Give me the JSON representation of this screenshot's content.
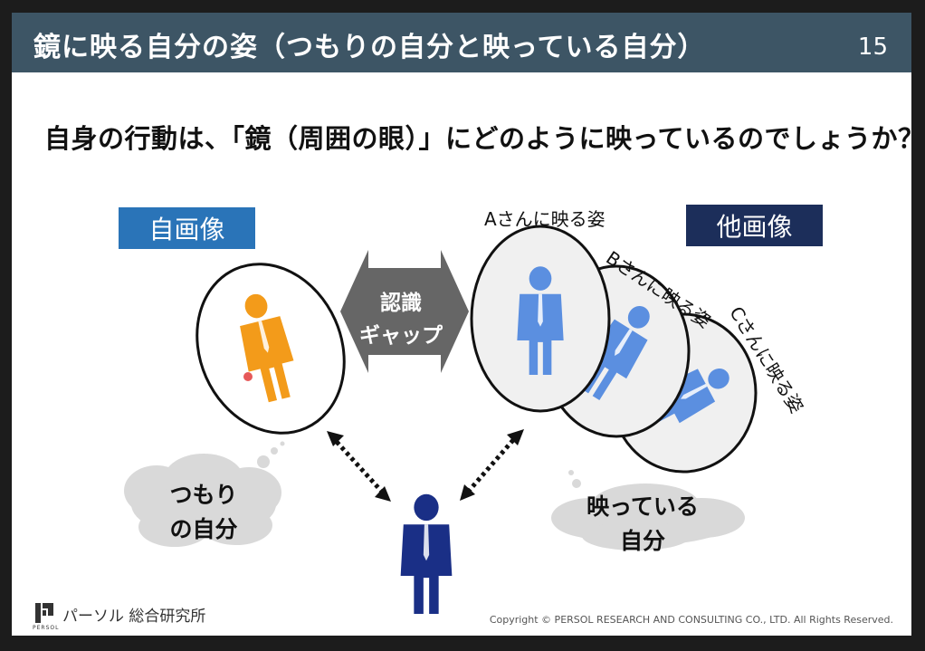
{
  "slide": {
    "title": "鏡に映る自分の姿（つもりの自分と映っている自分）",
    "page_number": "15",
    "question": "自身の行動は、「鏡（周囲の眼）」にどのように映っているのでしょうか？",
    "self_image_label": "自画像",
    "other_image_label": "他画像",
    "gap_line1": "認識",
    "gap_line2": "ギャップ",
    "person_a_label": "Aさんに映る姿",
    "person_b_label": "Bさんに映る姿",
    "person_c_label": "Cさんに映る姿",
    "cloud_left_line1": "つもり",
    "cloud_left_line2": "の自分",
    "cloud_right_line1": "映っている",
    "cloud_right_line2": "自分",
    "logo_text": "パーソル 総合研究所",
    "logo_small": "PERSOL",
    "copyright": "Copyright © PERSOL RESEARCH AND CONSULTING CO., LTD. All Rights Reserved."
  },
  "colors": {
    "title_bar": "#3d5565",
    "self_label": "#2a74b8",
    "other_label": "#1c2e5a",
    "self_figure": "#f39b1a",
    "reflected_figure": "#5b8fe0",
    "center_figure": "#1a2f86",
    "gap_arrow": "#666666"
  },
  "icons": [
    "business-person-icon",
    "double-arrow-icon",
    "thought-cloud-icon"
  ]
}
